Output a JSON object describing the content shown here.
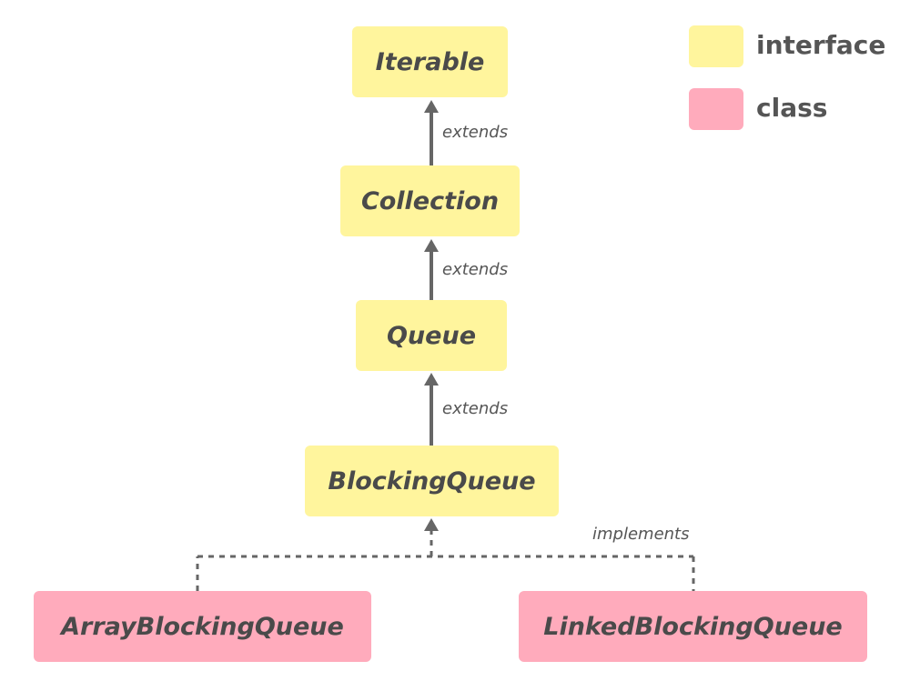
{
  "nodes": {
    "iterable": "Iterable",
    "collection": "Collection",
    "queue": "Queue",
    "blocking_queue": "BlockingQueue",
    "array_blocking_queue": "ArrayBlockingQueue",
    "linked_blocking_queue": "LinkedBlockingQueue"
  },
  "edges": {
    "extends_label": "extends",
    "implements_label": "implements"
  },
  "legend": {
    "interface": "interface",
    "class": "class"
  },
  "colors": {
    "interface": "#fff59d",
    "class": "#ffabbc",
    "arrow": "#666666"
  }
}
